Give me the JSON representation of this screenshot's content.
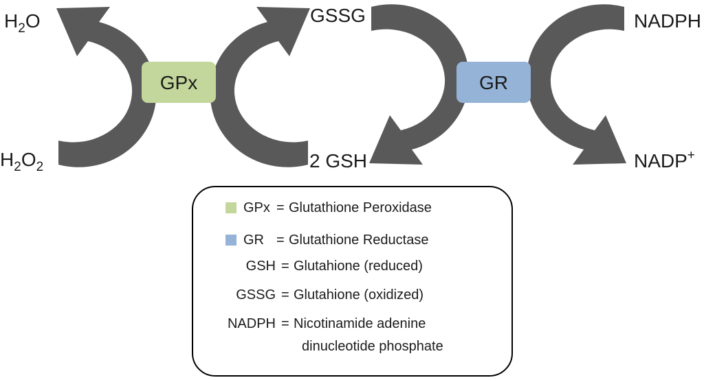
{
  "colors": {
    "arrow": "#595959",
    "gpx_box": "#c3d69b",
    "gr_box": "#95b3d7",
    "text": "#1a1a1a",
    "border": "#000000"
  },
  "cycle": {
    "left_top": {
      "main": "H",
      "sub": "2",
      "rest": "O"
    },
    "left_bottom": {
      "main1": "H",
      "sub1": "2",
      "main2": "O",
      "sub2": "2"
    },
    "gssg": "GSSG",
    "gsh": "2 GSH",
    "nadph": "NADPH",
    "nadp": {
      "main": "NADP",
      "sup": "+"
    },
    "gpx": "GPx",
    "gr": "GR"
  },
  "legend": [
    {
      "key": "GPx",
      "eq": "=",
      "def": "Glutathione Peroxidase",
      "swatch": "gpx"
    },
    {
      "key": "GR",
      "eq": "=",
      "def": "Glutathione Reductase",
      "swatch": "gr"
    },
    {
      "key": "GSH",
      "eq": "=",
      "def": "Glutahione (reduced)"
    },
    {
      "key": "GSSG",
      "eq": "=",
      "def": "Glutahione (oxidized)"
    },
    {
      "key": "NADPH",
      "eq": "=",
      "def": "Nicotinamide adenine",
      "def2": "dinucleotide phosphate"
    }
  ]
}
